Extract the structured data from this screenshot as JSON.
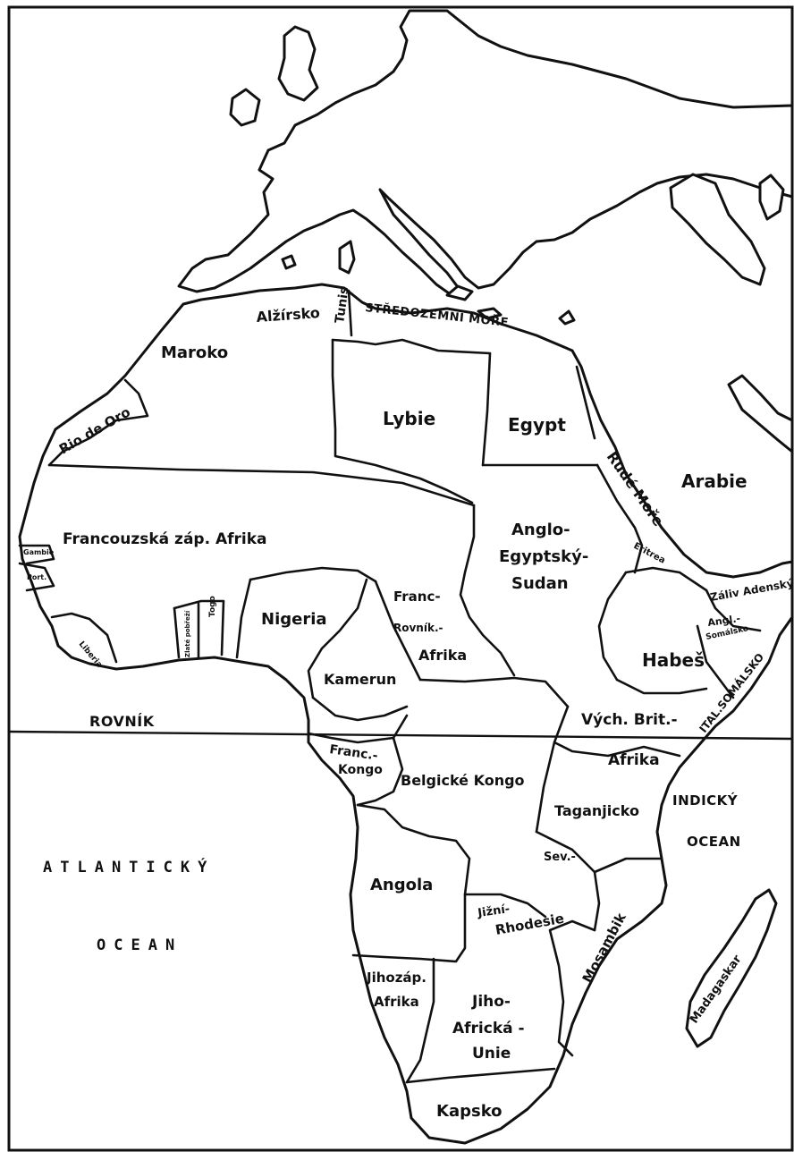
{
  "map": {
    "colors": {
      "ink": "#111111",
      "paper": "#ffffff"
    },
    "water_labels": {
      "mediterranean": "STŘEDOZEMNÍ MOŘE",
      "red_sea": "Rudé Moře",
      "gulf_aden": "Záliv Adenský",
      "atlantic_1": "ATLANTICKÝ",
      "atlantic_2": "OCEAN",
      "indian_1": "INDICKÝ",
      "indian_2": "OCEAN",
      "equator": "ROVNÍK"
    },
    "regions": {
      "maroko": "Maroko",
      "alzirsko": "Alžírsko",
      "tunis": "Tunis",
      "rio_de_oro": "Rio de Oro",
      "lybie": "Lybie",
      "egypt": "Egypt",
      "arabie": "Arabie",
      "franc_zap_afrika": "Francouzská záp. Afrika",
      "anglo_1": "Anglo-",
      "anglo_2": "Egyptský-",
      "anglo_3": "Sudan",
      "eritrea": "Eritrea",
      "nigeria": "Nigeria",
      "franc_rovnik_1": "Franc-",
      "franc_rovnik_2": "Rovník.-",
      "franc_rovnik_3": "Afrika",
      "habes": "Habeš",
      "angl_somal_1": "Angl.-",
      "angl_somal_2": "Somálsko",
      "ital_somal": "ITAL.SOMÁLSKO",
      "kamerun": "Kamerun",
      "vych_brit_1": "Vých. Brit.-",
      "vych_brit_2": "Afrika",
      "franc_kongo_1": "Franc.-",
      "franc_kongo_2": "Kongo",
      "belgicke_kongo": "Belgické Kongo",
      "taganjicko": "Taganjicko",
      "angola": "Angola",
      "sev_rhod": "Sev.-",
      "jizni_rhod_1": "Jižní-",
      "jizni_rhod_2": "Rhodesie",
      "mosambik": "Mosambik",
      "madagaskar": "Madagaskar",
      "jihozap_1": "Jihozáp.",
      "jihozap_2": "Afrika",
      "jihoafr_1": "Jiho-",
      "jihoafr_2": "Africká -",
      "jihoafr_3": "Unie",
      "kapsko": "Kapsko",
      "liberia": "Liberia",
      "togo": "Togo",
      "zlate_pobrezi": "Zlaté pobřeží",
      "gambie": "Gambie",
      "port": "Port."
    }
  }
}
